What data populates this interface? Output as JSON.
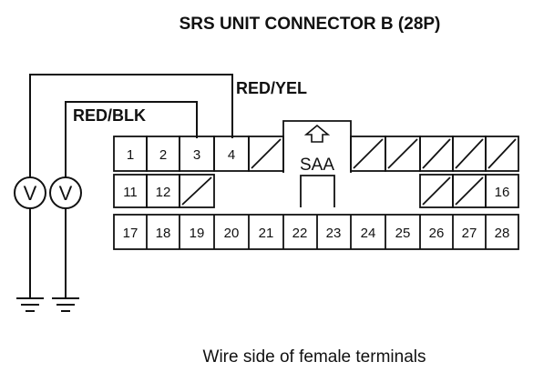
{
  "title": "SRS UNIT CONNECTOR B (28P)",
  "wire_labels": {
    "outer": "RED/YEL",
    "inner": "RED/BLK"
  },
  "key_label": "SAA",
  "caption": "Wire side of female terminals",
  "terminals": {
    "row1": [
      "1",
      "2",
      "3",
      "4"
    ],
    "row2": [
      "11",
      "12",
      "16"
    ],
    "row3": [
      "17",
      "18",
      "19",
      "20",
      "21",
      "22",
      "23",
      "24",
      "25",
      "26",
      "27",
      "28"
    ]
  },
  "meters": [
    {
      "symbol": "V",
      "name": "voltmeter-outer"
    },
    {
      "symbol": "V",
      "name": "voltmeter-inner"
    }
  ]
}
